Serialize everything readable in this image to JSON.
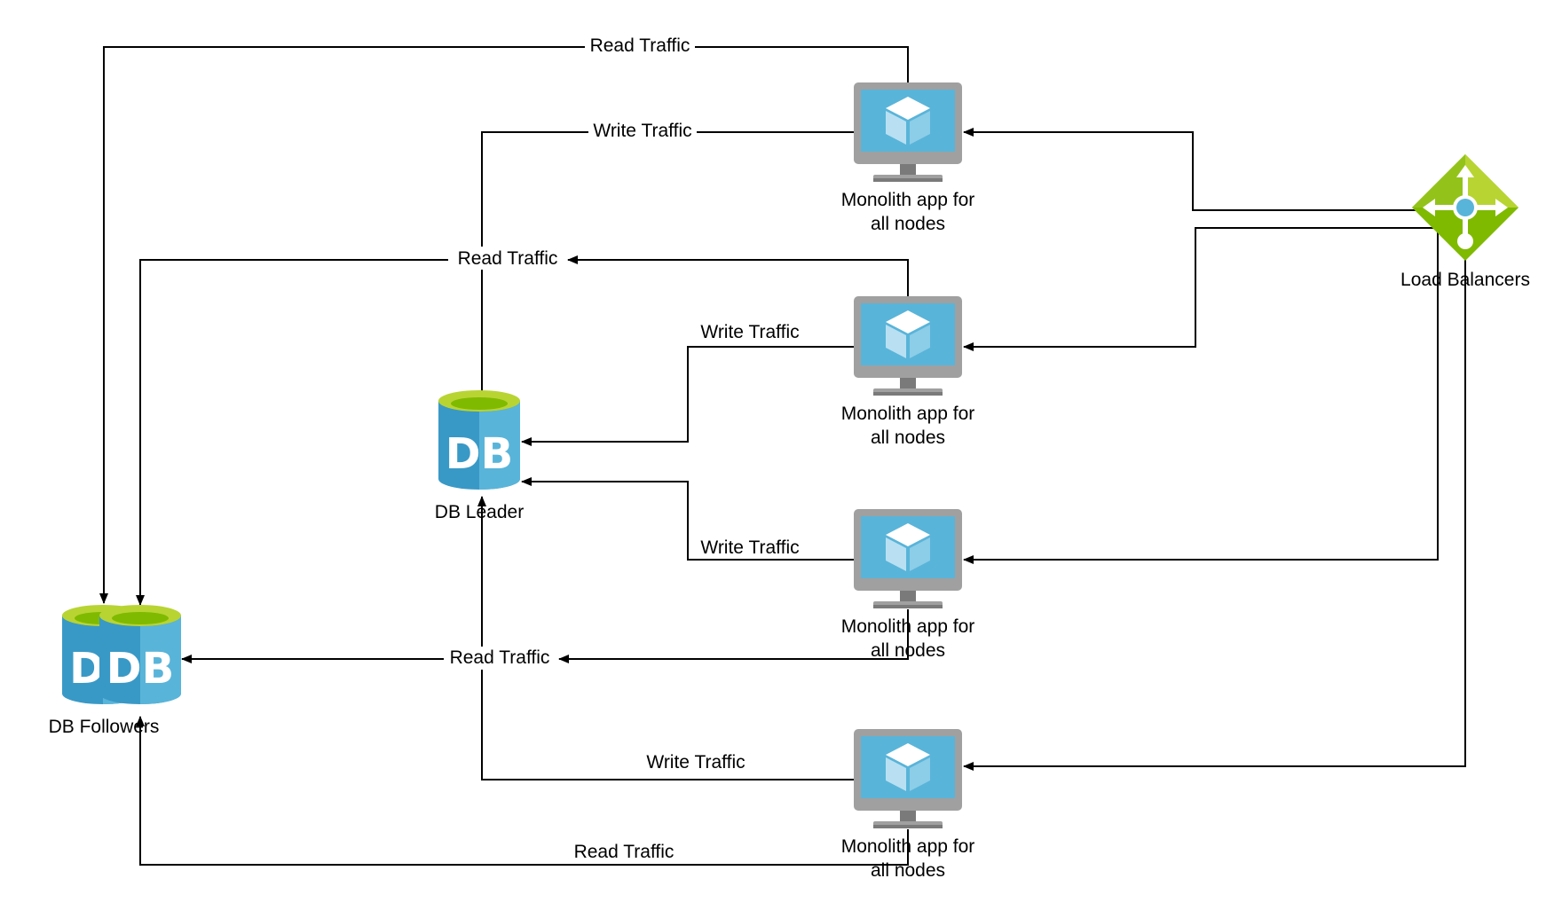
{
  "colors": {
    "line": "#000000",
    "monitor_frame": "#a0a0a0",
    "monitor_screen": "#59b4d9",
    "monitor_stand": "#7a7a7a",
    "cube_light": "#ffffff",
    "cube_mid": "#b8e0f2",
    "cube_dark": "#8ccde8",
    "db_body": "#3999c6",
    "db_body_light": "#59b4d9",
    "db_top": "#b8d432",
    "db_top_inner": "#7fba00",
    "lb_green": "#7fba00",
    "lb_green_light": "#b8d432",
    "lb_dot": "#59b4d9"
  },
  "nodes": {
    "app1": {
      "icon": "vm-monitor-icon",
      "label_line1": "Monolith app for",
      "label_line2": "all nodes"
    },
    "app2": {
      "icon": "vm-monitor-icon",
      "label_line1": "Monolith app for",
      "label_line2": "all nodes"
    },
    "app3": {
      "icon": "vm-monitor-icon",
      "label_line1": "Monolith app for",
      "label_line2": "all nodes"
    },
    "app4": {
      "icon": "vm-monitor-icon",
      "label_line1": "Monolith app for",
      "label_line2": "all nodes"
    },
    "load_balancer": {
      "icon": "load-balancer-icon",
      "label": "Load Balancers"
    },
    "db_leader": {
      "icon": "database-icon",
      "icon_text": "DB",
      "label": "DB Leader"
    },
    "db_followers": {
      "icon": "database-icon",
      "icon_text_back": "D",
      "icon_text": "DB",
      "label": "DB Followers"
    }
  },
  "edges": {
    "read1": "Read Traffic",
    "write1": "Write Traffic",
    "read2": "Read Traffic",
    "write2": "Write Traffic",
    "write3": "Write Traffic",
    "read3": "Read Traffic",
    "write4": "Write Traffic",
    "read4": "Read Traffic"
  }
}
